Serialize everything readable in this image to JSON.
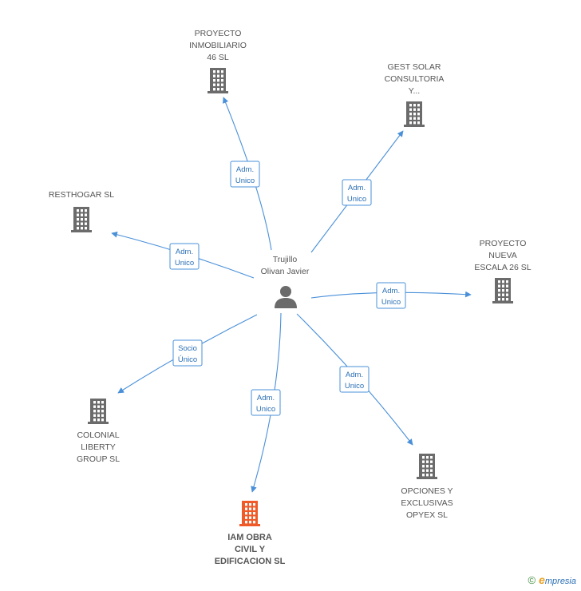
{
  "center": {
    "label_lines": [
      "Trujillo",
      "Olivan Javier"
    ],
    "icon": "person-icon"
  },
  "companies": [
    {
      "id": "proyecto-inmobiliario",
      "label_lines": [
        "PROYECTO",
        "INMOBILIARIO",
        "46  SL"
      ],
      "role_lines": [
        "Adm.",
        "Unico"
      ],
      "icon": "building-icon",
      "highlight": false
    },
    {
      "id": "gest-solar",
      "label_lines": [
        "GEST SOLAR",
        "CONSULTORIA",
        "Y..."
      ],
      "role_lines": [
        "Adm.",
        "Unico"
      ],
      "icon": "building-icon",
      "highlight": false
    },
    {
      "id": "resthogar",
      "label_lines": [
        "RESTHOGAR SL"
      ],
      "role_lines": [
        "Adm.",
        "Unico"
      ],
      "icon": "building-icon",
      "highlight": false
    },
    {
      "id": "proyecto-nueva-escala",
      "label_lines": [
        "PROYECTO",
        "NUEVA",
        "ESCALA 26  SL"
      ],
      "role_lines": [
        "Adm.",
        "Unico"
      ],
      "icon": "building-icon",
      "highlight": false
    },
    {
      "id": "colonial-liberty",
      "label_lines": [
        "COLONIAL",
        "LIBERTY",
        "GROUP SL"
      ],
      "role_lines": [
        "Socio",
        "Único"
      ],
      "icon": "building-icon",
      "highlight": false
    },
    {
      "id": "iam-obra",
      "label_lines": [
        "IAM OBRA",
        "CIVIL Y",
        "EDIFICACION SL"
      ],
      "role_lines": [
        "Adm.",
        "Unico"
      ],
      "icon": "building-icon",
      "highlight": true
    },
    {
      "id": "opciones-exclusivas",
      "label_lines": [
        "OPCIONES Y",
        "EXCLUSIVAS",
        "OPYEX SL"
      ],
      "role_lines": [
        "Adm.",
        "Unico"
      ],
      "icon": "building-icon",
      "highlight": false
    }
  ],
  "colors": {
    "edge": "#4a90d9",
    "building": "#6b6b6b",
    "building_highlight": "#f05a28",
    "person": "#6b6b6b",
    "label": "#555555"
  },
  "footer": {
    "copyright_symbol": "©",
    "brand_initial": "e",
    "brand_rest": "mpresia"
  }
}
